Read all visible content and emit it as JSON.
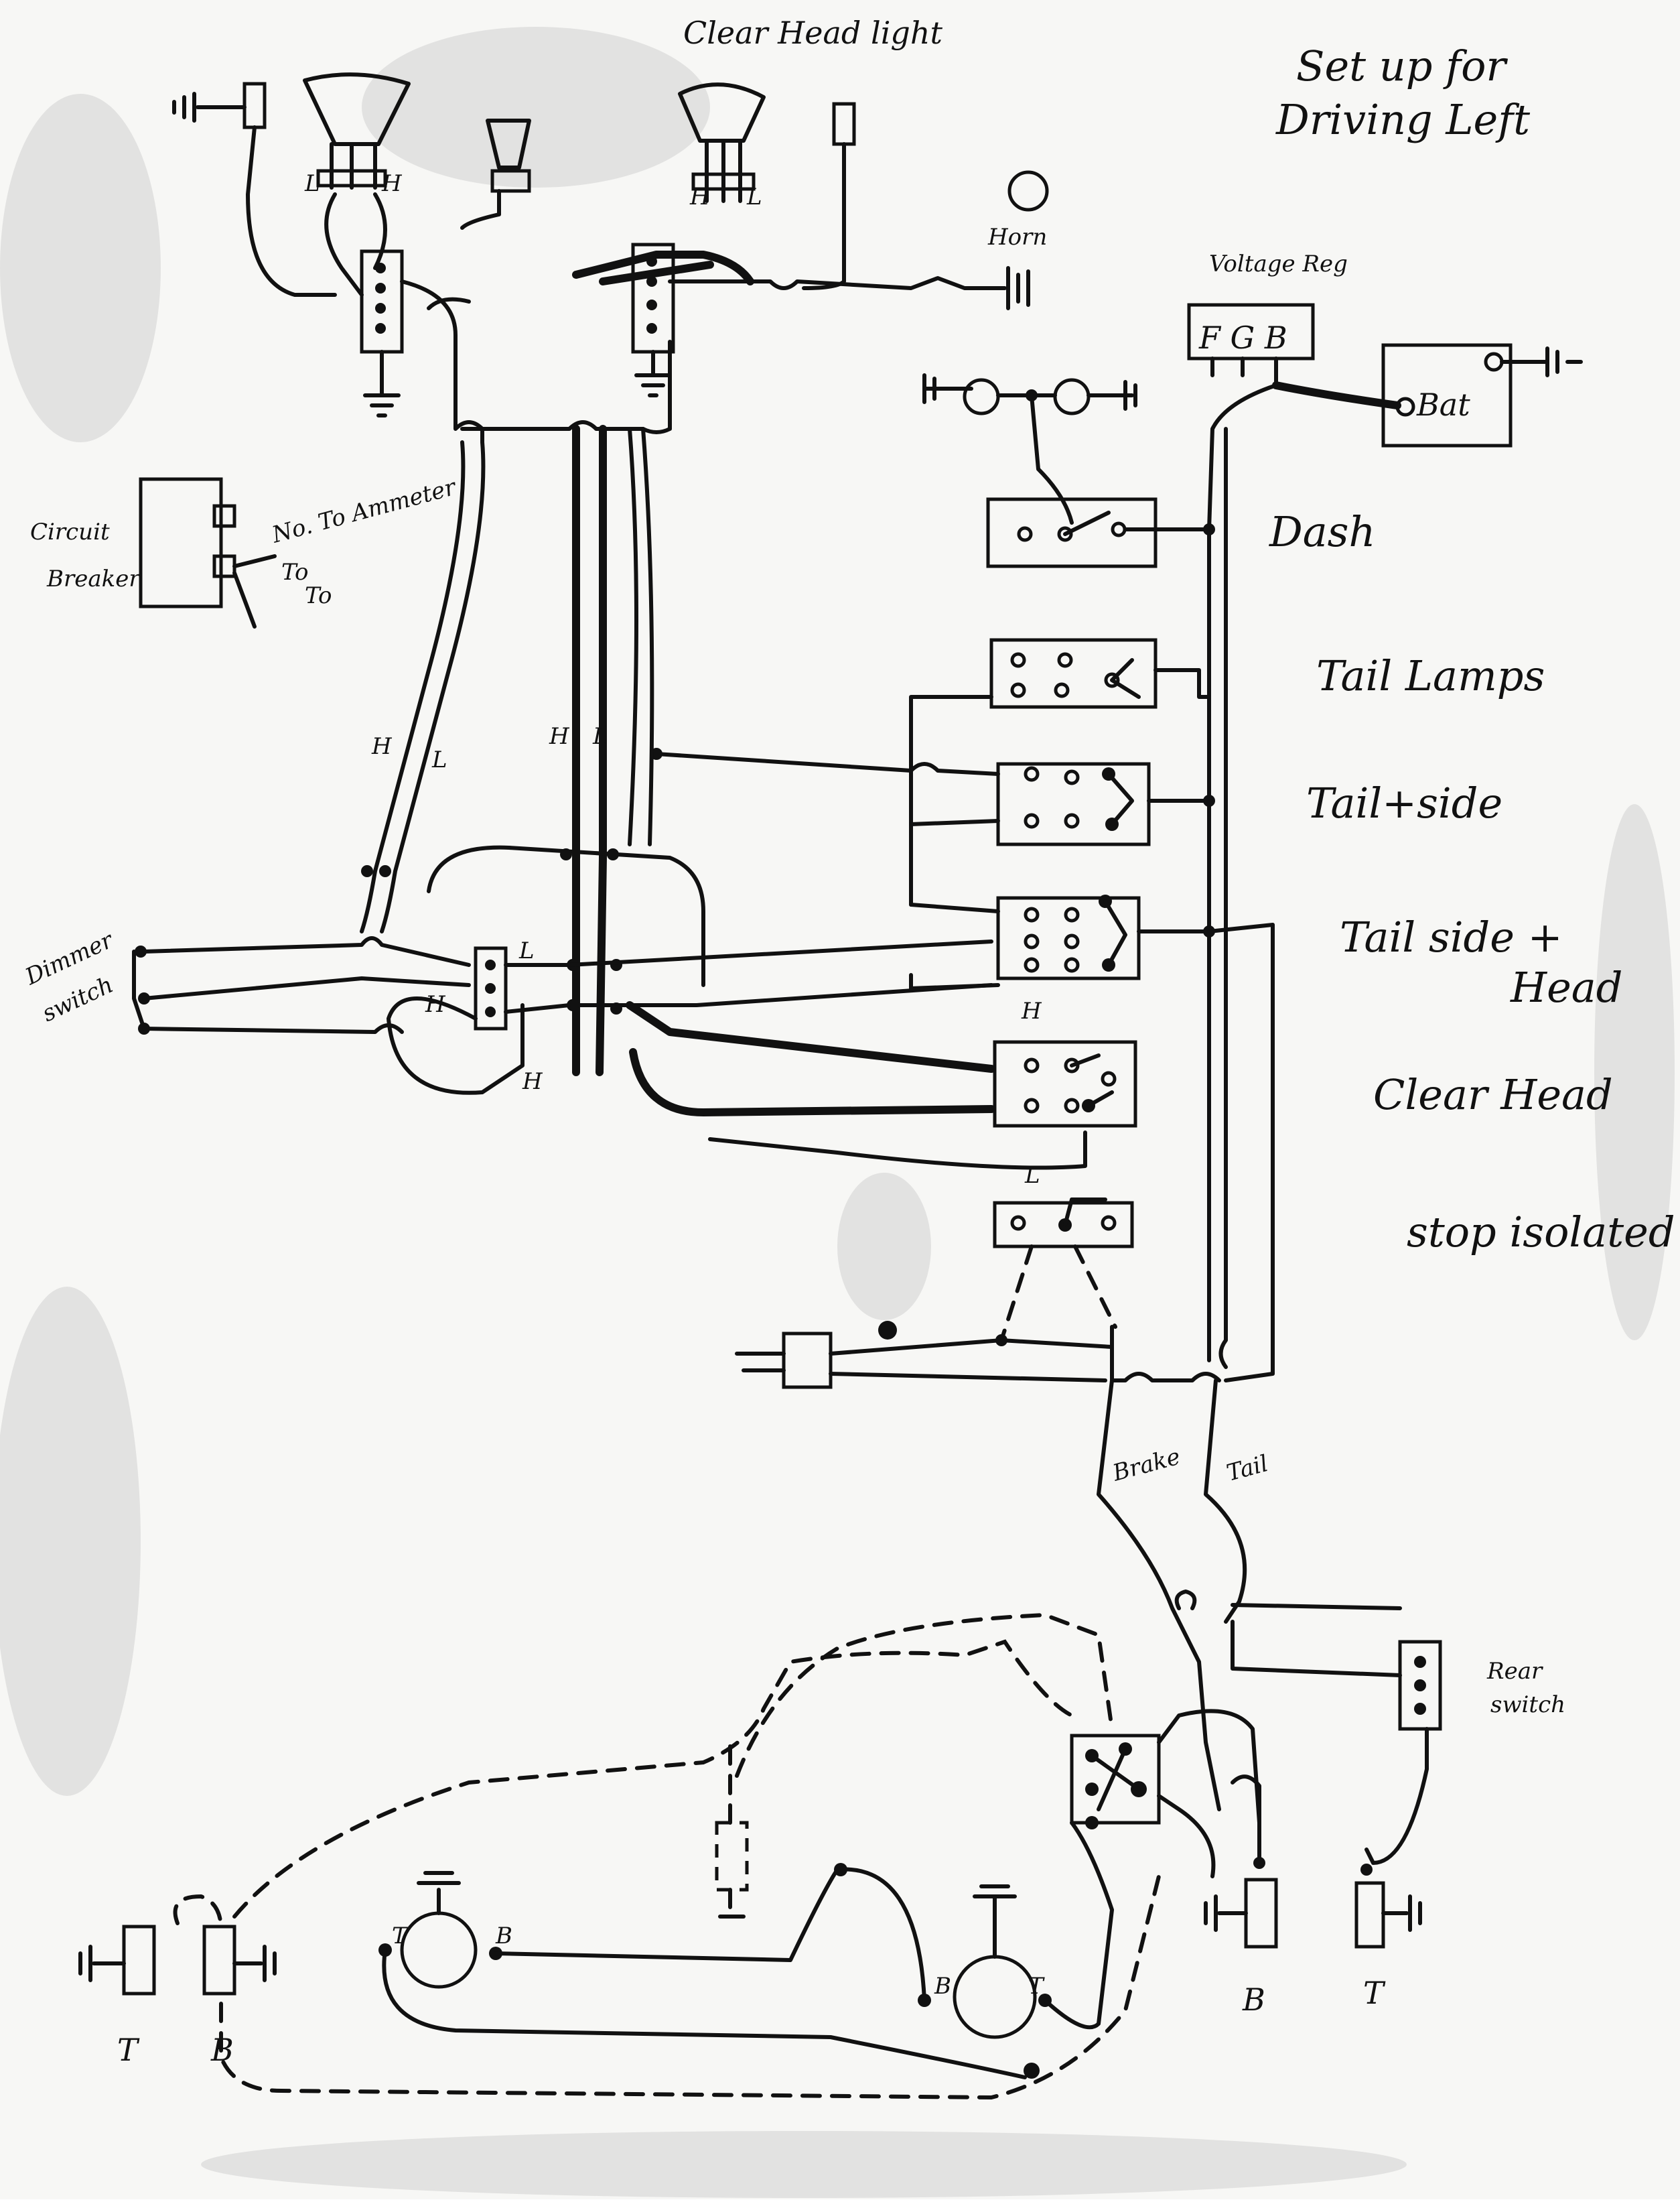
{
  "diagram": {
    "title_top": "Clear Head light",
    "note_line1": "Set up for",
    "note_line2": "Driving Left",
    "labels": {
      "horn": "Horn",
      "voltage_reg": "Voltage Reg",
      "reg_terms": "F G B",
      "bat": "Bat",
      "circuit_breaker_line1": "Circuit",
      "circuit_breaker_line2": "Breaker",
      "cb_note1": "No. To Ammeter",
      "cb_note2": "To",
      "cb_note3": "To",
      "dimmer_line1": "Dimmer",
      "dimmer_line2": "switch",
      "brake": "Brake",
      "tail": "Tail",
      "rear_line1": "Rear",
      "rear_line2": "switch",
      "H": "H",
      "L": "L",
      "T": "T",
      "B": "B"
    },
    "switch_rows": [
      {
        "label": "Dash"
      },
      {
        "label": "Tail Lamps"
      },
      {
        "label": "Tail+side"
      },
      {
        "label": "Tail side +"
      },
      {
        "label": "Head"
      },
      {
        "label": "Clear Head"
      },
      {
        "label": "stop isolated"
      }
    ],
    "colors": {
      "ink": "#111111",
      "paper": "#f7f7f5"
    }
  }
}
